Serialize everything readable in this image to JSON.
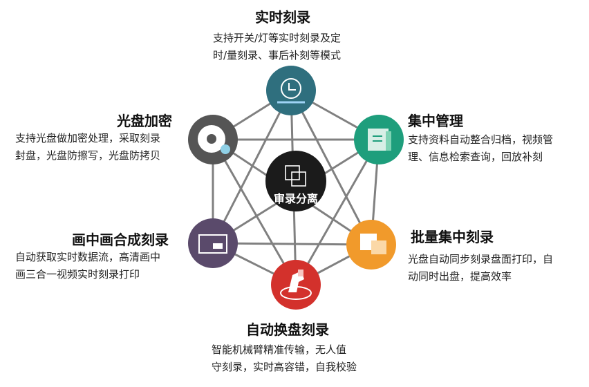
{
  "center": {
    "label": "审录分离",
    "color": "#1b1b1b",
    "icon": "overlapping-squares-icon"
  },
  "colors": {
    "edges": "#808080"
  },
  "nodes": [
    {
      "id": "realtime",
      "title": "实时刻录",
      "desc": [
        "支持开关/灯等实时刻录及定",
        "时/量刻录、事后补刻等模式"
      ],
      "color": "#2f6f7e",
      "icon": "clock-icon"
    },
    {
      "id": "central",
      "title": "集中管理",
      "desc": [
        "支持资料自动整合归档，视频管",
        "理、信息检索查询，回放补刻"
      ],
      "color": "#1e9e7c",
      "icon": "document-icon"
    },
    {
      "id": "batch",
      "title": "批量集中刻录",
      "desc": [
        "光盘自动同步刻录盘面打印，自",
        "动同时出盘，提高效率"
      ],
      "color": "#f19a2b",
      "icon": "stacked-discs-icon"
    },
    {
      "id": "autochange",
      "title": "自动换盘刻录",
      "desc": [
        "智能机械臂精准传输，无人值",
        "守刻录，实时高容错，自我校验"
      ],
      "color": "#d3312c",
      "icon": "robot-arm-icon"
    },
    {
      "id": "pip",
      "title": "画中画合成刻录",
      "desc": [
        "自动获取实时数据流，高清画中",
        "画三合一视频实时刻录打印"
      ],
      "color": "#5a4a6b",
      "icon": "picture-in-picture-icon"
    },
    {
      "id": "encrypt",
      "title": "光盘加密",
      "desc": [
        "支持光盘做加密处理，采取刻录",
        "封盘，光盘防擦写，光盘防拷贝"
      ],
      "color": "#555555",
      "icon": "disc-lock-icon"
    }
  ]
}
